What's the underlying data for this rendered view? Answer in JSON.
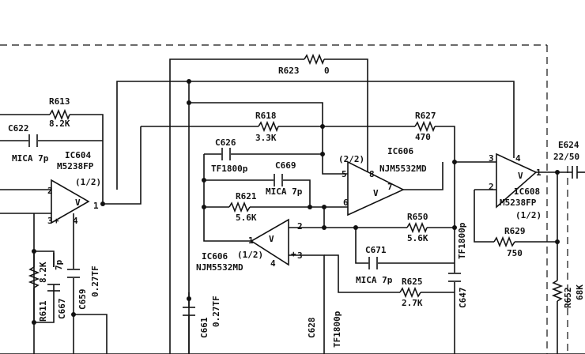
{
  "labels": {
    "r623": "R623",
    "r623_val": "0",
    "r613": "R613",
    "r613_val": "8.2K",
    "c622": "C622",
    "c622_val": "MICA 7p",
    "ic604": "IC604",
    "ic604_part": "M5238FP",
    "ic604_half": "(1/2)",
    "r618": "R618",
    "r618_val": "3.3K",
    "r627": "R627",
    "r627_val": "470",
    "c626": "C626",
    "c626_val": "TF1800p",
    "c669": "C669",
    "c669_val": "MICA 7p",
    "ic606_top_half": "(2/2)",
    "ic606_top": "IC606",
    "ic606_top_part": "NJM5532MD",
    "r621": "R621",
    "r621_val": "5.6K",
    "r650": "R650",
    "r650_val": "5.6K",
    "c671": "C671",
    "c671_val": "MICA 7p",
    "r625": "R625",
    "r625_val": "2.7K",
    "ic606_bot": "IC606",
    "ic606_bot_half": "(1/2)",
    "ic606_bot_part": "NJM5532MD",
    "c647_val": "TF1800p",
    "c647": "C647",
    "ic608": "IC608",
    "ic608_part": "M5238FP",
    "ic608_half": "(1/2)",
    "r629": "R629",
    "r629_val": "750",
    "e624": "E624",
    "e624_val": "22/50",
    "r652": "R652",
    "r652_val": "68K",
    "r611": "R611",
    "r611_val": "8.2K",
    "c667": "C667",
    "c667_val": "7p",
    "c659": "C659",
    "c659_val": "0.27TF",
    "c661": "C661",
    "c661_val": "0.27TF",
    "c628": "C628",
    "c628_val": "TF1800p",
    "pin_1": "1",
    "pin_2": "2",
    "pin_3": "3",
    "pin_4": "4",
    "pin_5": "5",
    "pin_6": "6",
    "pin_7": "7",
    "pin_8": "8",
    "pin_plus": "+",
    "pin_v": "V"
  }
}
